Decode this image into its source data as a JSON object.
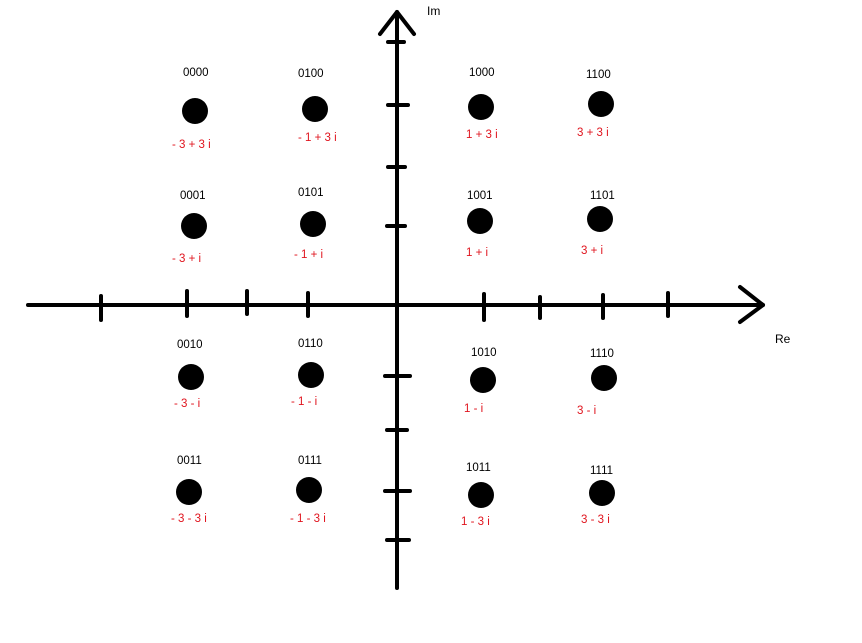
{
  "axes": {
    "x_label": "Re",
    "y_label": "Im"
  },
  "colors": {
    "axis": "#000000",
    "point": "#000000",
    "bits_text": "#000000",
    "value_text": "#e0141e"
  },
  "points": [
    {
      "bits": "0000",
      "value": "- 3 + 3 i"
    },
    {
      "bits": "0100",
      "value": "- 1 + 3 i"
    },
    {
      "bits": "1000",
      "value": "1 + 3 i"
    },
    {
      "bits": "1100",
      "value": "3 + 3 i"
    },
    {
      "bits": "0001",
      "value": "- 3 + i"
    },
    {
      "bits": "0101",
      "value": "- 1 + i"
    },
    {
      "bits": "1001",
      "value": "1 + i"
    },
    {
      "bits": "1101",
      "value": "3 + i"
    },
    {
      "bits": "0010",
      "value": "- 3 - i"
    },
    {
      "bits": "0110",
      "value": "- 1 - i"
    },
    {
      "bits": "1010",
      "value": "1 - i"
    },
    {
      "bits": "1110",
      "value": "3 - i"
    },
    {
      "bits": "0011",
      "value": "- 3 - 3 i"
    },
    {
      "bits": "0111",
      "value": "- 1 - 3 i"
    },
    {
      "bits": "1011",
      "value": "1 - 3 i"
    },
    {
      "bits": "1111",
      "value": "3 - 3 i"
    }
  ]
}
